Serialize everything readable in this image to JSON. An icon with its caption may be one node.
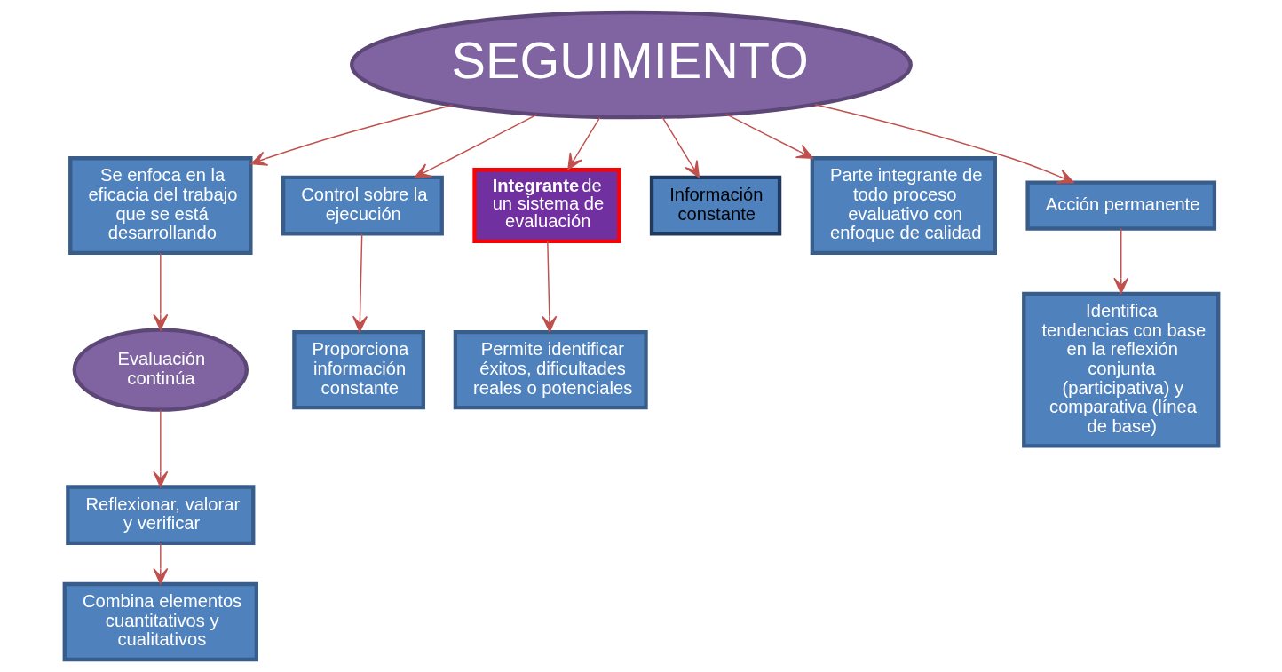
{
  "diagram": {
    "nodes": [
      {
        "text": [
          "SEGUIMIENTO"
        ]
      },
      {
        "text": [
          "Se enfoca en la eficacia del trabajo que se está desarrollando"
        ]
      },
      {
        "text": [
          "Evaluación continúa"
        ]
      },
      {
        "text": [
          "Reflexionar, valorar y verificar"
        ]
      },
      {
        "text": [
          "Combina elementos cuantitativos y cualitativos"
        ]
      },
      {
        "text": [
          "Control sobre la ejecución"
        ]
      },
      {
        "text": [
          "Proporciona información constante"
        ]
      },
      {
        "text": [
          "**Integrante** de un sistema de evaluación"
        ]
      },
      {
        "text": [
          "Permite identificar éxitos, dificultades reales o potenciales"
        ]
      },
      {
        "text": [
          "Información constante"
        ]
      },
      {
        "text": [
          "Parte integrante de todo proceso evaluativo con enfoque de calidad"
        ]
      },
      {
        "text": [
          "Acción permanente"
        ]
      },
      {
        "text": [
          "Identifica tendencias con base en la reflexión conjunta (participativa) y comparativa (línea de base)"
        ]
      }
    ],
    "edges": [
      {
        "from": 0,
        "to": 1,
        "arrow": "to"
      },
      {
        "from": 1,
        "to": 2,
        "arrow": "to"
      },
      {
        "from": 2,
        "to": 3,
        "arrow": "to"
      },
      {
        "from": 3,
        "to": 4,
        "arrow": "to"
      },
      {
        "from": 0,
        "to": 5,
        "arrow": "to"
      },
      {
        "from": 5,
        "to": 6,
        "arrow": "to"
      },
      {
        "from": 0,
        "to": 7,
        "arrow": "to"
      },
      {
        "from": 7,
        "to": 8,
        "arrow": "to"
      },
      {
        "from": 0,
        "to": 9,
        "arrow": "to"
      },
      {
        "from": 0,
        "to": 10,
        "arrow": "to"
      },
      {
        "from": 0,
        "to": 11,
        "arrow": "to"
      },
      {
        "from": 11,
        "to": 12,
        "arrow": "to"
      }
    ]
  }
}
